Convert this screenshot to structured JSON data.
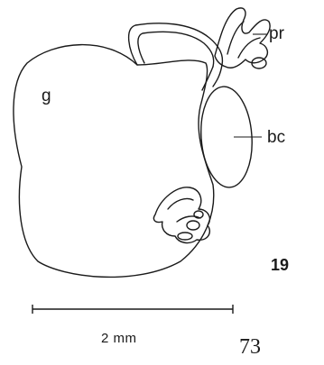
{
  "labels": {
    "g": "g",
    "bc": "bc",
    "pr": "pr"
  },
  "figure_number": "19",
  "scale_bar": {
    "label": "2 mm"
  },
  "page_number": "73"
}
